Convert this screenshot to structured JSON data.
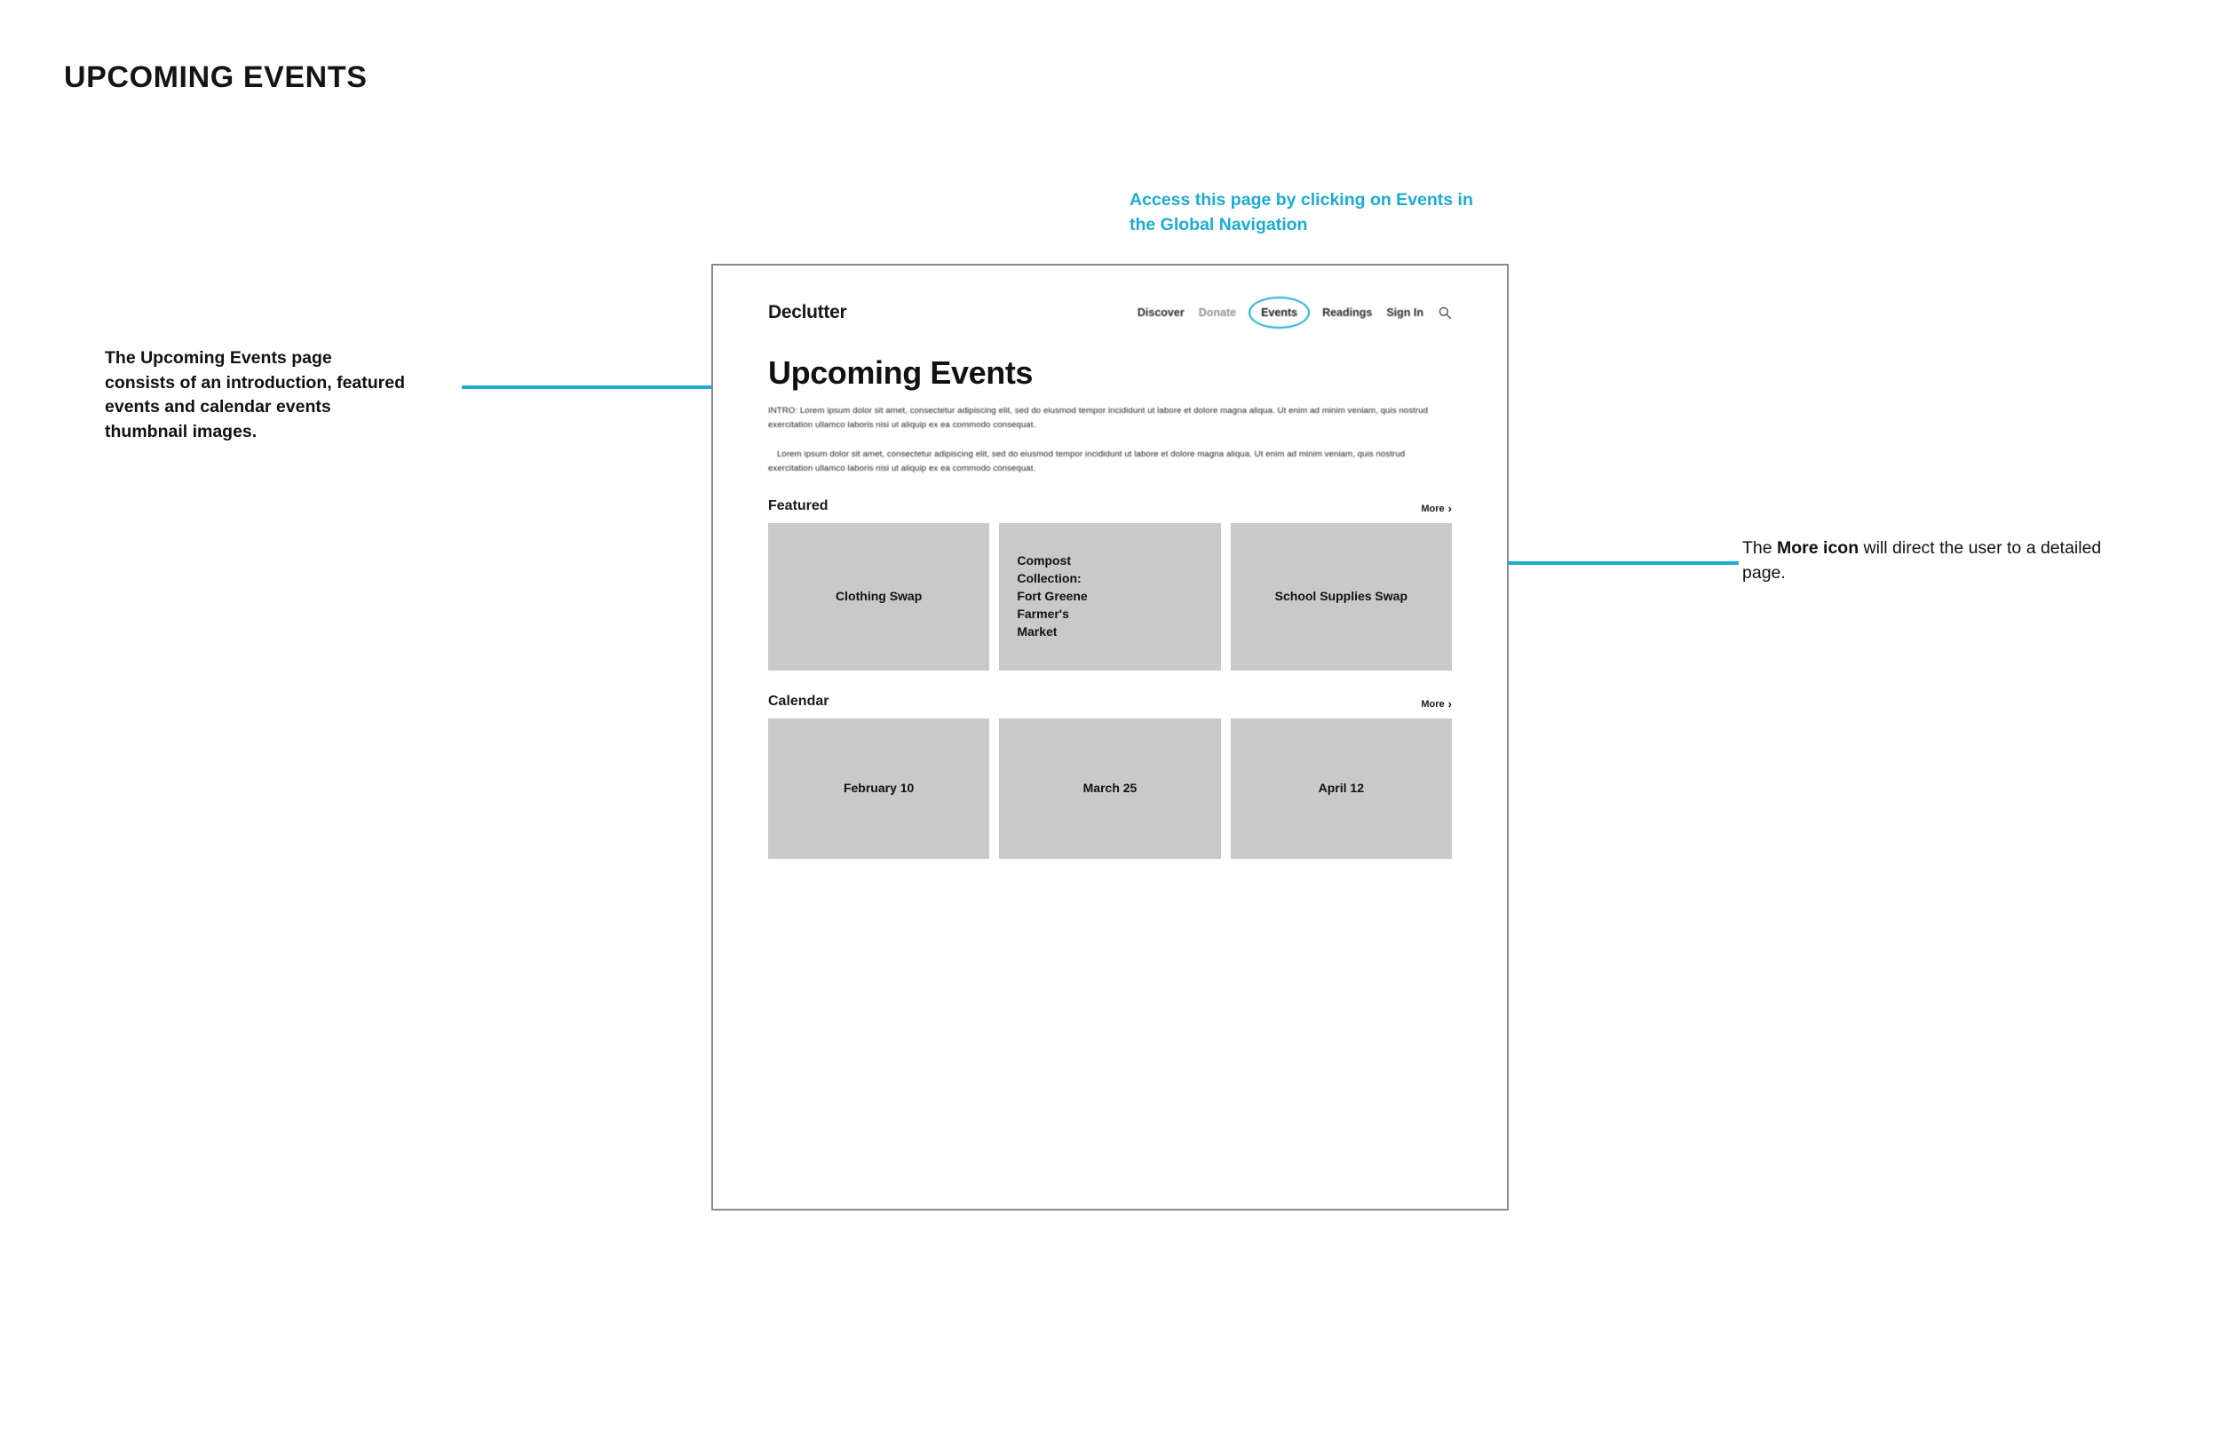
{
  "page": {
    "title": "UPCOMING EVENTS"
  },
  "colors": {
    "accent_cyan": "#1BACD2",
    "frame_border": "#8a8a8a",
    "card_placeholder": "#c9c9c9",
    "text_black": "#111111"
  },
  "annotations": {
    "top": "Access this page by clicking on Events in the Global Navigation",
    "left": "The Upcoming Events page consists of an introduction, featured events and calendar events thumbnail images.",
    "right_prefix": "The ",
    "right_bold": "More icon",
    "right_suffix": " will direct the user to a detailed page."
  },
  "wireframe": {
    "nav": {
      "logo": "Declutter",
      "items": [
        {
          "label": "Discover",
          "active": false
        },
        {
          "label": "Donate",
          "active": false
        },
        {
          "label": "Events",
          "active": true
        },
        {
          "label": "Readings",
          "active": false
        },
        {
          "label": "Sign In",
          "active": false
        }
      ],
      "search_icon": "search-icon"
    },
    "heading": "Upcoming Events",
    "intro_paragraph_1": "INTRO: Lorem ipsum dolor sit amet, consectetur adipiscing elit, sed do eiusmod tempor incididunt ut labore et dolore magna aliqua. Ut enim ad minim veniam, quis nostrud exercitation ullamco laboris nisi ut aliquip ex ea commodo consequat.",
    "intro_paragraph_2": "Lorem ipsum dolor sit amet, consectetur adipiscing elit, sed do eiusmod tempor incididunt ut labore et dolore magna aliqua. Ut enim ad minim veniam, quis nostrud exercitation ullamco laboris nisi ut aliquip ex ea commodo consequat.",
    "featured": {
      "title": "Featured",
      "more_label": "More",
      "more_chevron": "›",
      "cards": [
        {
          "label": "Clothing Swap",
          "align": "center"
        },
        {
          "label": "Compost\nCollection:\nFort Greene\nFarmer's\nMarket",
          "align": "left"
        },
        {
          "label": "School Supplies Swap",
          "align": "center"
        }
      ]
    },
    "calendar": {
      "title": "Calendar",
      "more_label": "More",
      "more_chevron": "›",
      "cards": [
        {
          "label": "February 10",
          "align": "center"
        },
        {
          "label": "March 25",
          "align": "center"
        },
        {
          "label": "April 12",
          "align": "center"
        }
      ]
    }
  }
}
